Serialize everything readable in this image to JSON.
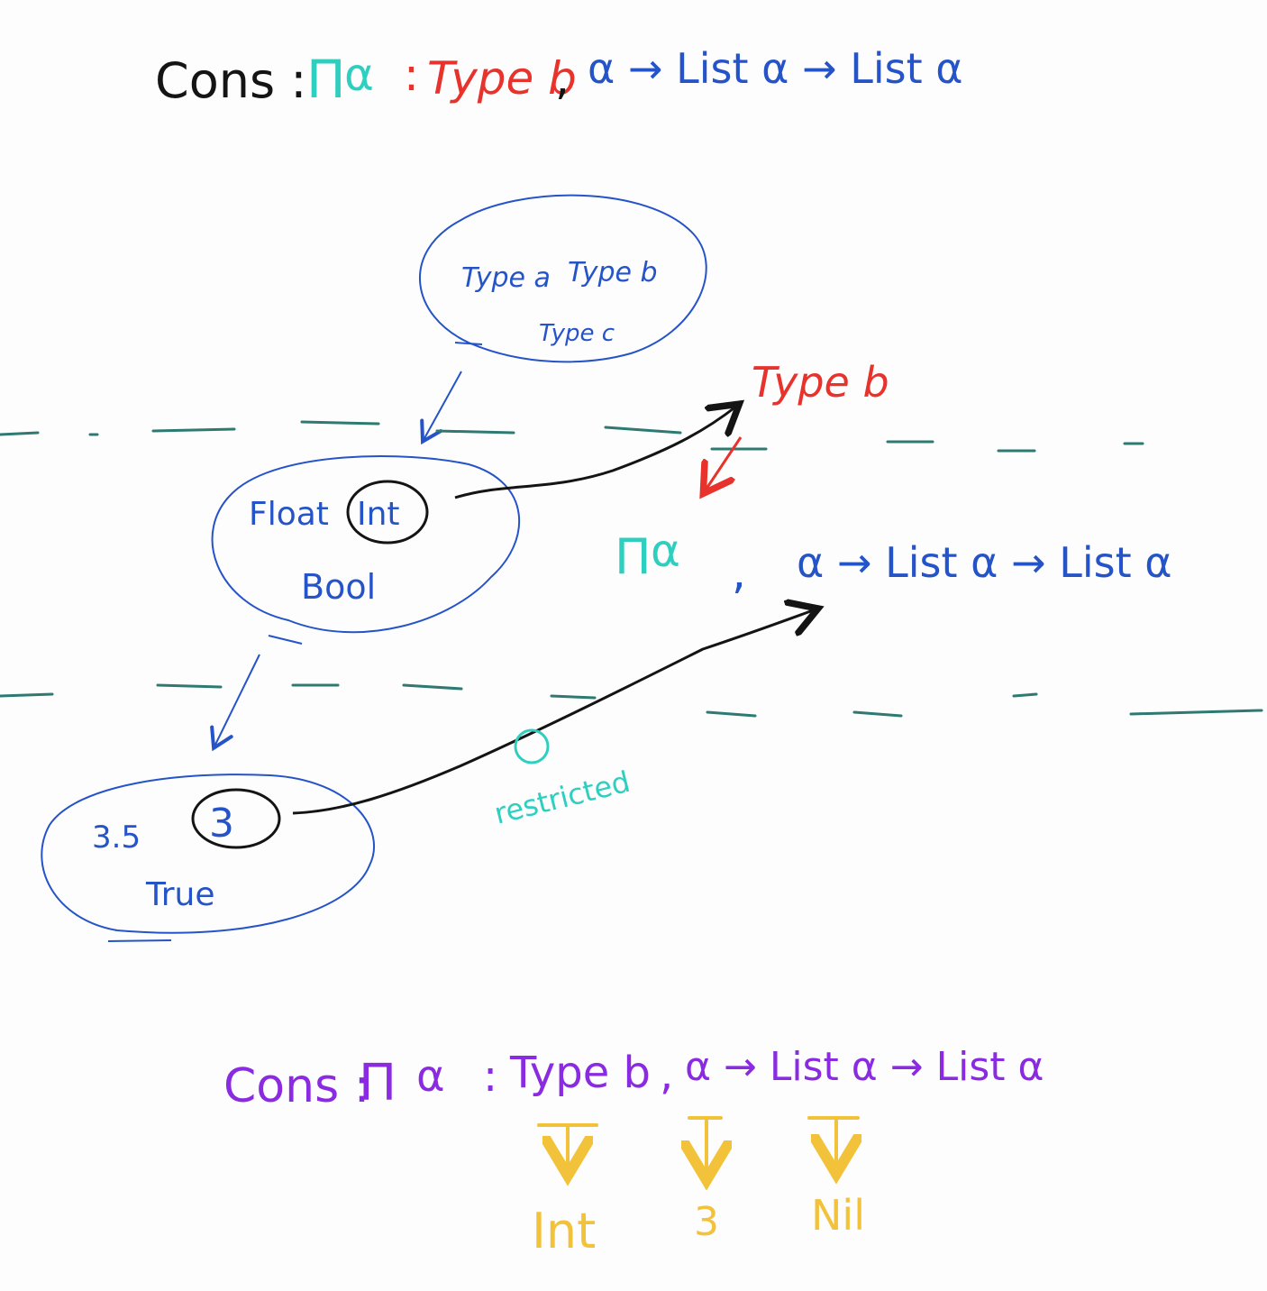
{
  "colors": {
    "background": "#fdfdfd",
    "ink_black": "#141414",
    "ink_teal": "#2fcfc0",
    "ink_red": "#e8322c",
    "ink_blue": "#2553c8",
    "ink_dash": "#2e7a72",
    "ink_purple": "#8a2be2",
    "ink_yellow": "#f2c23a"
  },
  "top_formula": {
    "cons": "Cons :",
    "pi": "Π",
    "alpha": "α",
    "colon": ":",
    "type": "Type b",
    "comma": ",",
    "rest": "α → List α → List α"
  },
  "universe_top": {
    "type_a": "Type a",
    "type_b": "Type b",
    "type_c": "Type c"
  },
  "universe_mid": {
    "float": "Float",
    "int": "Int",
    "bool": "Bool"
  },
  "universe_bottom": {
    "v1": "3.5",
    "v2": "3",
    "v3": "True"
  },
  "middle_formula": {
    "type_b_label": "Type b",
    "pi": "Π",
    "alpha": "α",
    "comma": ",",
    "rest": "α → List α → List α"
  },
  "restricted_label": "restricted",
  "bottom_formula": {
    "cons": "Cons :",
    "pi": "Π",
    "alpha": "α",
    "colon": ":",
    "type": "Type b",
    "comma": ",",
    "rest": "α → List α → List α"
  },
  "instantiation": {
    "a1": "Int",
    "a2": "3",
    "a3": "Nil"
  }
}
